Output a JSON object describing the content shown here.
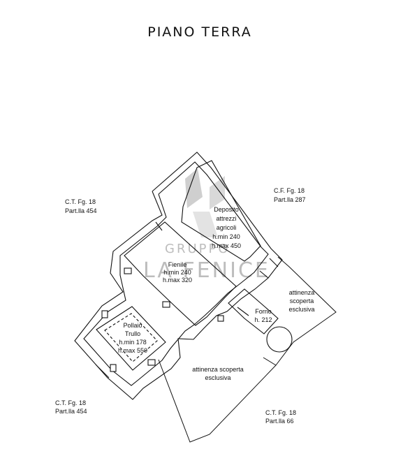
{
  "title": "PIANO TERRA",
  "colors": {
    "line": "#111111",
    "watermark": "#c8c8c8",
    "background": "#ffffff"
  },
  "watermark": {
    "line1": "GRUPPO",
    "line2": "LA FENICE"
  },
  "parcels": {
    "top_left": {
      "line1": "C.T. Fg. 18",
      "line2": "Part.lla 454"
    },
    "top_right": {
      "line1": "C.F. Fg. 18",
      "line2": "Part.lla 287"
    },
    "bottom_left": {
      "line1": "C.T. Fg. 18",
      "line2": "Part.lla 454"
    },
    "bottom_right": {
      "line1": "C.T. Fg. 18",
      "line2": "Part.lla 66"
    }
  },
  "rooms": {
    "deposito": {
      "line1": "Deposito",
      "line2": "attrezzi",
      "line3": "agricoli",
      "line4": "h.min 240",
      "line5": "h.max 450"
    },
    "fienile": {
      "line1": "Fienile",
      "line2": "h.min 240",
      "line3": "h.max 320"
    },
    "pollaio": {
      "line1": "Pollaio",
      "line2": "Trullo",
      "line3": "h.min 178",
      "line4": "h.max 550"
    },
    "forno": {
      "line1": "Forno",
      "line2": "h. 212"
    }
  },
  "areas": {
    "right": {
      "line1": "attinenza",
      "line2": "scoperta",
      "line3": "esclusiva"
    },
    "bottom": {
      "line1": "attinenza scoperta",
      "line2": "esclusiva"
    }
  }
}
